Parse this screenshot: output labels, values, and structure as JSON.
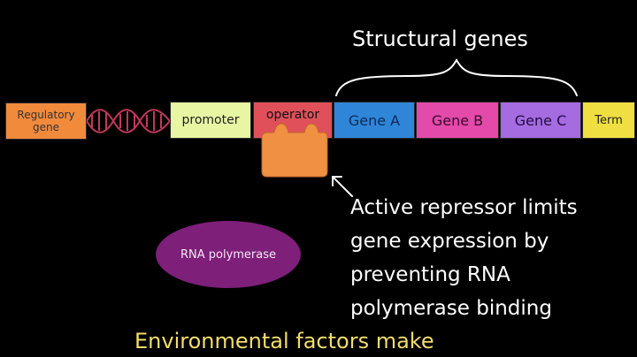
{
  "diagram": {
    "structural_label": "Structural genes",
    "segments": {
      "regulatory": {
        "line1": "Regulatory",
        "line2": "gene"
      },
      "promoter": "promoter",
      "operator": "operator",
      "gene_a": "Gene A",
      "gene_b": "Gene B",
      "gene_c": "Gene C",
      "term": "Term"
    },
    "rna_polymerase": "RNA polymerase",
    "annotation_lines": [
      "Active repressor limits",
      "gene expression by",
      "preventing RNA",
      "polymerase binding"
    ],
    "footer_text": "Environmental factors make",
    "colors": {
      "background": "#000000",
      "regulatory": "#f28a3c",
      "dna_helix": "#c0395a",
      "promoter": "#e8f5a3",
      "operator": "#e0505a",
      "repressor": "#ef9043",
      "gene_a": "#2f86d8",
      "gene_b": "#e34aa9",
      "gene_c": "#a56be0",
      "term": "#f0df43",
      "rna_polymerase": "#7e1f7a",
      "footer_text": "#f2dd6a"
    }
  }
}
